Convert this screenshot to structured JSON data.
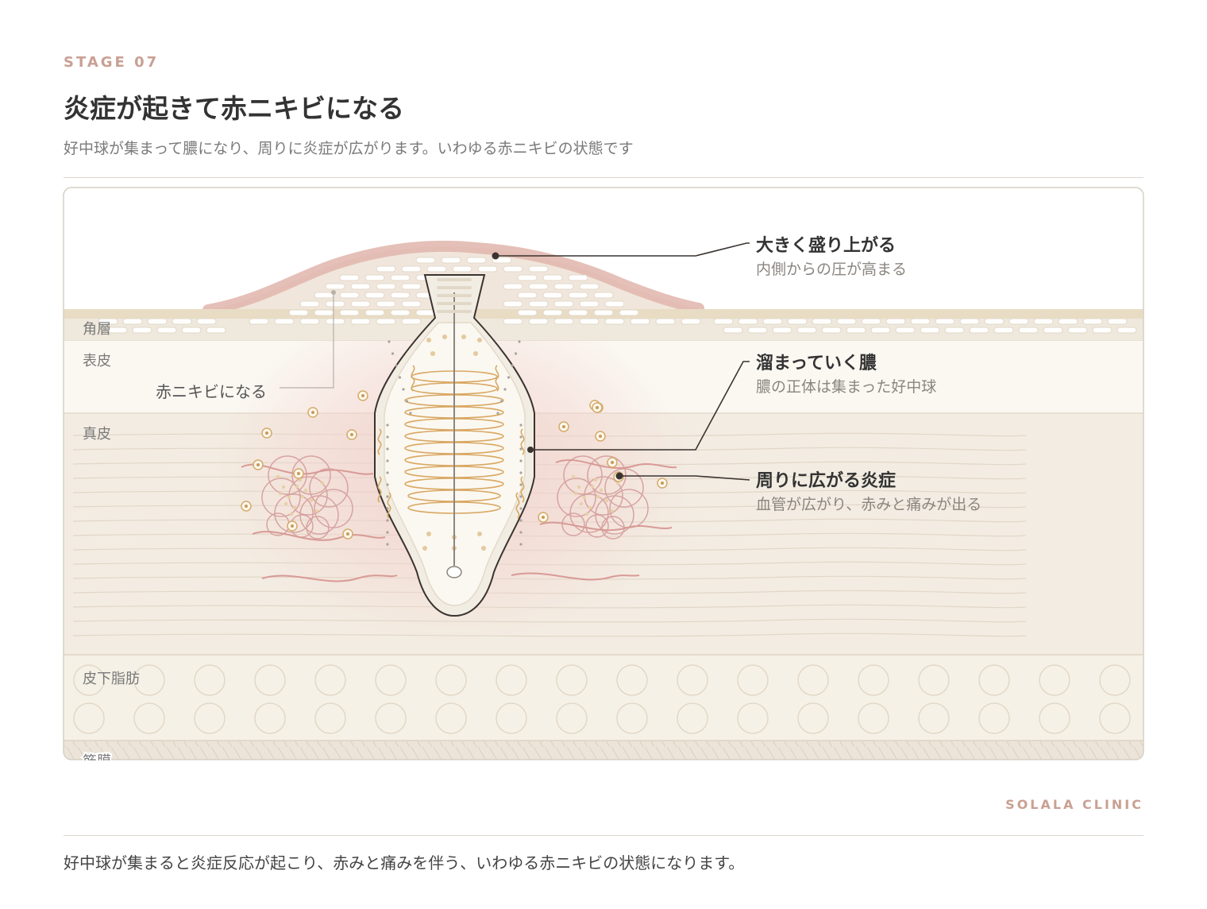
{
  "header": {
    "stage": "STAGE 07",
    "title": "炎症が起きて赤ニキビになる",
    "subtitle": "好中球が集まって膿になり、周りに炎症が広がります。いわゆる赤ニキビの状態です"
  },
  "layers": {
    "stratum_corneum": "角層",
    "epidermis": "表皮",
    "dermis": "真皮",
    "subcutaneous_fat": "皮下脂肪",
    "fascia": "筋膜"
  },
  "labels": {
    "red_acne": "赤ニキビになる"
  },
  "callouts": [
    {
      "title": "大きく盛り上がる",
      "desc": "内側からの圧が高まる"
    },
    {
      "title": "溜まっていく膿",
      "desc": "膿の正体は集まった好中球"
    },
    {
      "title": "周りに広がる炎症",
      "desc": "血管が広がり、赤みと痛みが出る"
    }
  ],
  "colors": {
    "accent": "#c9a093",
    "inflammation": "#d89a96",
    "pus": "#d9a864",
    "fat": "#f6f1e6",
    "dermis": "#f3ece2"
  },
  "footer": {
    "brand": "SOLALA CLINIC",
    "caption": "好中球が集まると炎症反応が起こり、赤みと痛みを伴う、いわゆる赤ニキビの状態になります。"
  }
}
